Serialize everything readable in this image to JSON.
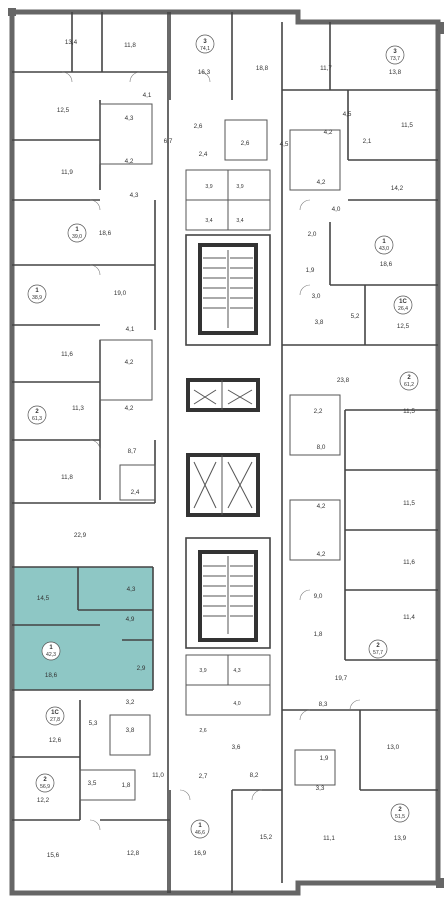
{
  "rooms": {
    "r0": "13,4",
    "r1": "11,8",
    "r2": "16,3",
    "r3": "18,8",
    "r4": "11,7",
    "r5": "13,8",
    "r6": "12,5",
    "r7": "4,1",
    "r8": "4,3",
    "r9": "2,6",
    "r10": "6,7",
    "r11": "2,6",
    "r12": "4,2",
    "r13": "4,5",
    "r14": "11,5",
    "r15": "4,2",
    "r16": "2,4",
    "r17": "4,5",
    "r18": "2,1",
    "r19": "11,9",
    "r20": "3,9",
    "r21": "3,9",
    "r22": "4,2",
    "r23": "14,2",
    "r24": "4,3",
    "r25": "3,4",
    "r26": "3,4",
    "r27": "4,0",
    "r28": "18,6",
    "r29": "2,0",
    "r30": "18,6",
    "r31": "1,9",
    "r32": "19,0",
    "r33": "3,0",
    "r34": "5,2",
    "r35": "12,5",
    "r36": "3,8",
    "r37": "4,1",
    "r38": "11,6",
    "r39": "4,2",
    "r40": "23,8",
    "r41": "11,3",
    "r42": "4,2",
    "r43": "2,2",
    "r44": "11,5",
    "r45": "8,7",
    "r46": "8,0",
    "r47": "11,8",
    "r48": "2,4",
    "r49": "4,2",
    "r50": "11,5",
    "r51": "22,9",
    "r52": "4,2",
    "r53": "11,6",
    "r54": "14,5",
    "r55": "4,3",
    "r56": "9,0",
    "r57": "4,9",
    "r58": "11,4",
    "r59": "1,8",
    "r60": "18,6",
    "r61": "2,9",
    "r62": "3,9",
    "r63": "4,3",
    "r64": "19,7",
    "r65": "4,0",
    "r66": "3,2",
    "r67": "8,3",
    "r68": "5,3",
    "r69": "12,6",
    "r70": "3,8",
    "r71": "2,6",
    "r72": "3,6",
    "r73": "1,9",
    "r74": "13,0",
    "r75": "3,5",
    "r76": "1,8",
    "r77": "11,0",
    "r78": "2,7",
    "r79": "8,2",
    "r80": "3,3",
    "r81": "12,2",
    "r82": "15,6",
    "r83": "12,8",
    "r84": "16,9",
    "r85": "15,2",
    "r86": "11,1",
    "r87": "13,9"
  },
  "apartments": {
    "a1": {
      "num": "3",
      "area": "74,1"
    },
    "a2": {
      "num": "3",
      "area": "73,7"
    },
    "a3": {
      "num": "1",
      "area": "39,0"
    },
    "a4": {
      "num": "1",
      "area": "43,0"
    },
    "a5": {
      "num": "1",
      "area": "38,9"
    },
    "a6": {
      "num": "1С",
      "area": "26,4"
    },
    "a7": {
      "num": "2",
      "area": "61,2"
    },
    "a8": {
      "num": "2",
      "area": "61,3"
    },
    "a9": {
      "num": "1",
      "area": "42,3"
    },
    "a10": {
      "num": "2",
      "area": "57,7"
    },
    "a11": {
      "num": "1С",
      "area": "27,8"
    },
    "a12": {
      "num": "2",
      "area": "56,9"
    },
    "a13": {
      "num": "1",
      "area": "46,6"
    },
    "a14": {
      "num": "2",
      "area": "51,5"
    }
  },
  "colors": {
    "highlight": "#8ec7c5",
    "walls": "#666666",
    "background": "#ffffff"
  }
}
